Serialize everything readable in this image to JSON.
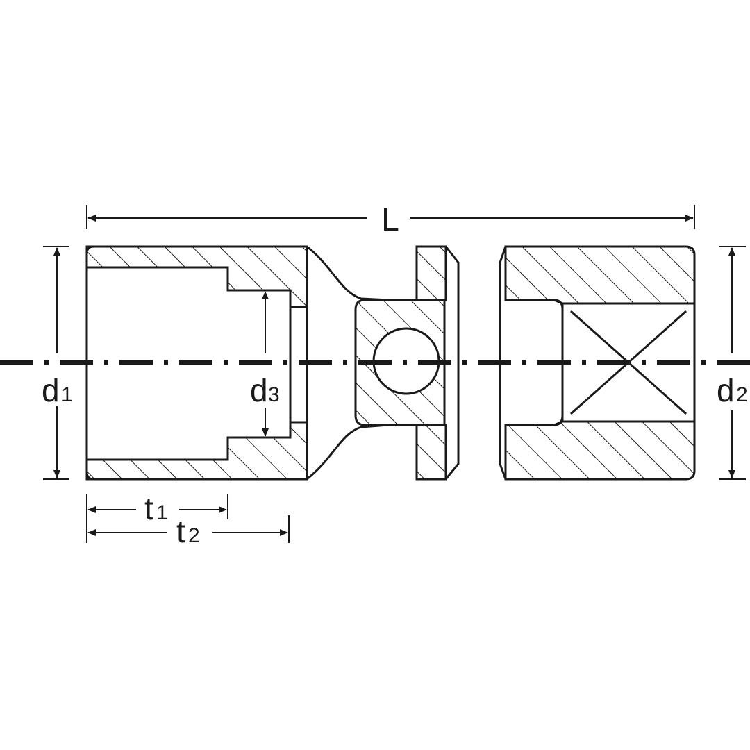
{
  "diagram": {
    "labels": {
      "L": "L",
      "d1": "d",
      "d1_sub": "1",
      "d2": "d",
      "d2_sub": "2",
      "d3": "d",
      "d3_sub": "3",
      "t1": "t",
      "t1_sub": "1",
      "t2": "t",
      "t2_sub": "2"
    },
    "colors": {
      "line": "#1a1a1a",
      "background": "#ffffff"
    }
  }
}
